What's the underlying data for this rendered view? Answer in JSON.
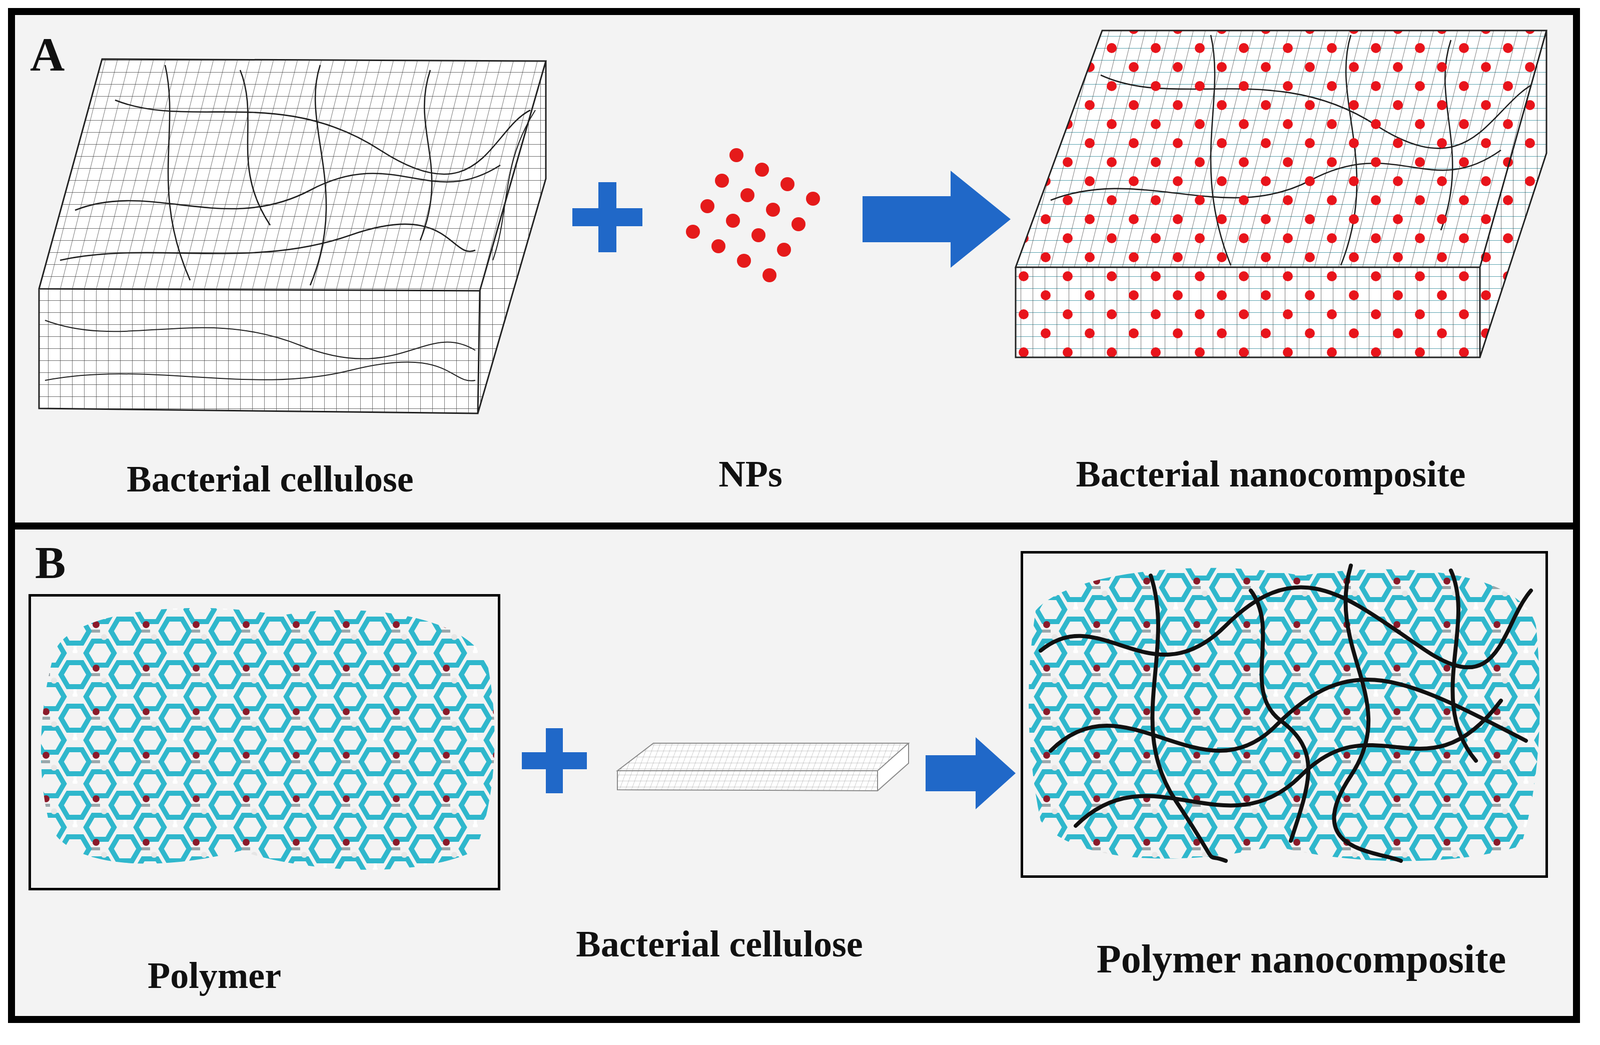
{
  "diagram": {
    "nodes": [
      {
        "text": [
          "A"
        ]
      },
      {
        "text": [
          "B"
        ]
      },
      {
        "text": [
          "Polymer"
        ],
        "in": 1
      },
      {
        "text": [
          "Polymer nanocomposite"
        ],
        "in": 1
      }
    ],
    "labels": [
      "Bacterial cellulose",
      "NPs",
      "Bacterial nanocomposite",
      "Bacterial cellulose"
    ]
  }
}
